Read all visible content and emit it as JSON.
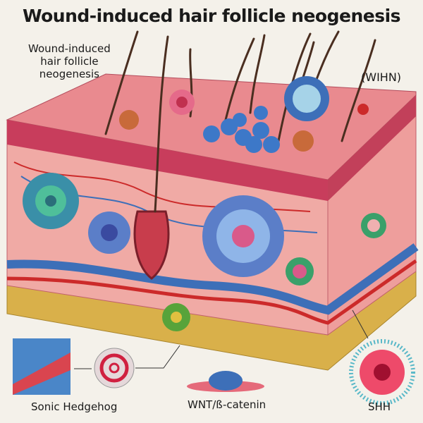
{
  "title": "Wound-induced  hair follicle neogenesis",
  "side_label": [
    "Wound-induced",
    "hair follicle",
    "neogenesis"
  ],
  "abbreviation": "(WIHN)",
  "bottom_labels": [
    "Sonic Hedgehog",
    "WNT/ß-catenin",
    "SHH"
  ],
  "colors": {
    "epidermis": "#e98a8f",
    "dermis": "#f0aaa5",
    "fat": "#d9b04a",
    "vessel_blue": "#3d6fb8",
    "vessel_red": "#cc2a2a",
    "hair": "#4a2e20"
  }
}
